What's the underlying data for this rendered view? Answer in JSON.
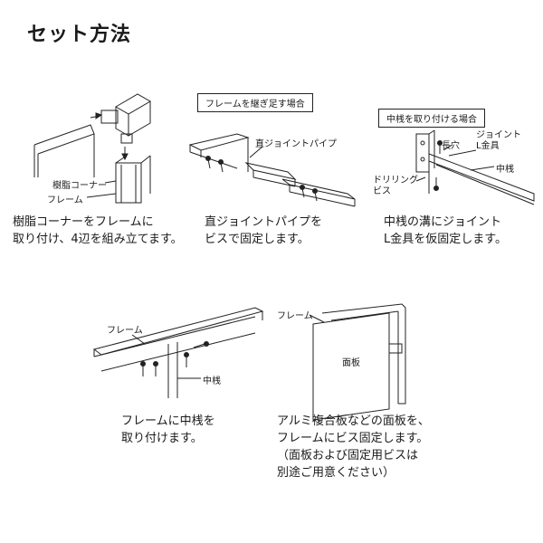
{
  "title": "セット方法",
  "step1": {
    "labels": {
      "resin_corner": "樹脂コーナー",
      "frame": "フレーム"
    },
    "caption": [
      "樹脂コーナーをフレームに",
      "取り付け、4辺を組み立てます。"
    ]
  },
  "step2": {
    "box_label": "フレームを継ぎ足す場合",
    "labels": {
      "joint_pipe": "直ジョイントパイプ"
    },
    "caption": [
      "直ジョイントパイプを",
      "ビスで固定します。"
    ]
  },
  "step3": {
    "box_label": "中桟を取り付ける場合",
    "labels": {
      "long_hole": "長穴",
      "joint_l1": "ジョイント",
      "joint_l2": "L金具",
      "mid_bar": "中桟",
      "drilling1": "ドリリング",
      "drilling2": "ビス"
    },
    "caption": [
      "中桟の溝にジョイント",
      "L金具を仮固定します。"
    ]
  },
  "step4": {
    "labels": {
      "frame": "フレーム",
      "mid_bar": "中桟"
    },
    "caption": [
      "フレームに中桟を",
      "取り付けます。"
    ]
  },
  "step5": {
    "labels": {
      "frame": "フレーム",
      "panel": "面板"
    },
    "caption": [
      "アルミ複合板などの面板を、",
      "フレームにビス固定します。",
      "（面板および固定用ビスは",
      "別途ご用意ください）"
    ]
  }
}
